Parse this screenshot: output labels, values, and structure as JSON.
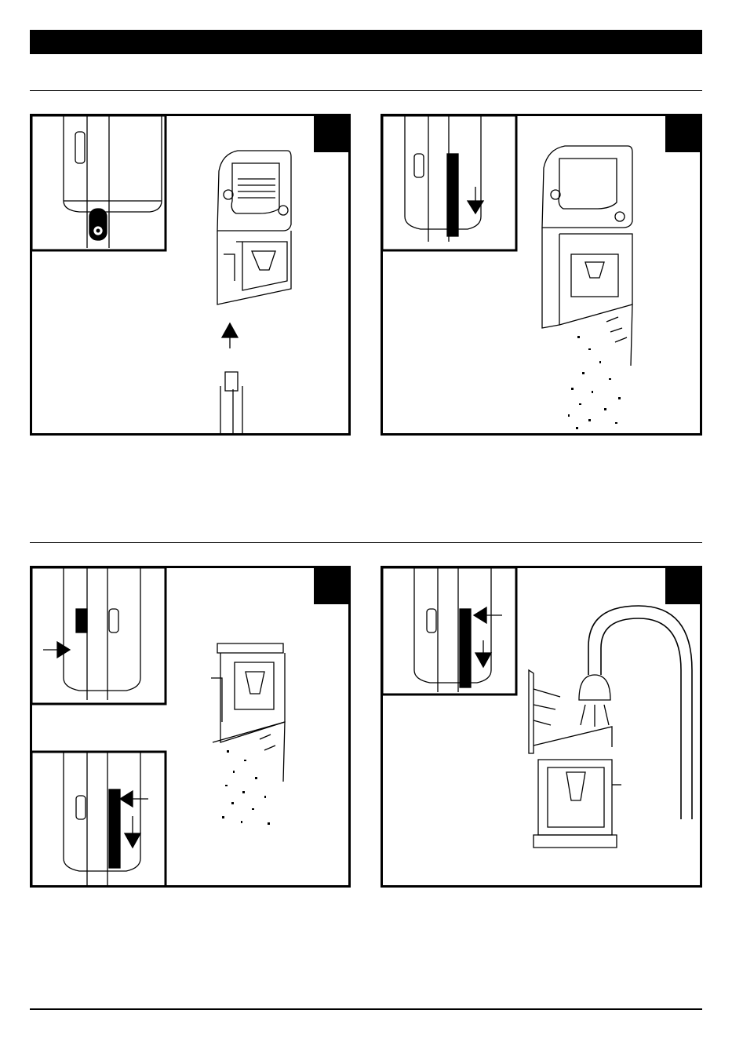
{
  "document": {
    "header_bar_color": "#000000",
    "ink_color": "#000000",
    "paper_color": "#ffffff"
  },
  "panels": [
    {
      "id": "panel-1",
      "step_label": "",
      "icons": [
        "vacuum-release-button-icon",
        "dust-cup-icon",
        "arrow-up-icon",
        "handle-stem-icon"
      ]
    },
    {
      "id": "panel-2",
      "step_label": "",
      "icons": [
        "vacuum-latch-slide-icon",
        "arrow-down-icon",
        "dust-cup-open-icon",
        "debris-icon"
      ]
    },
    {
      "id": "panel-3",
      "step_label": "",
      "icons": [
        "vacuum-latch-push-icon",
        "arrow-right-icon",
        "vacuum-latch-slide-icon",
        "arrow-left-icon",
        "arrow-down-icon",
        "filter-cup-open-icon",
        "debris-icon"
      ]
    },
    {
      "id": "panel-4",
      "step_label": "",
      "icons": [
        "vacuum-latch-slide-icon",
        "arrow-left-icon",
        "arrow-down-icon",
        "faucet-icon",
        "water-icon",
        "dust-cup-rinse-icon"
      ]
    }
  ]
}
